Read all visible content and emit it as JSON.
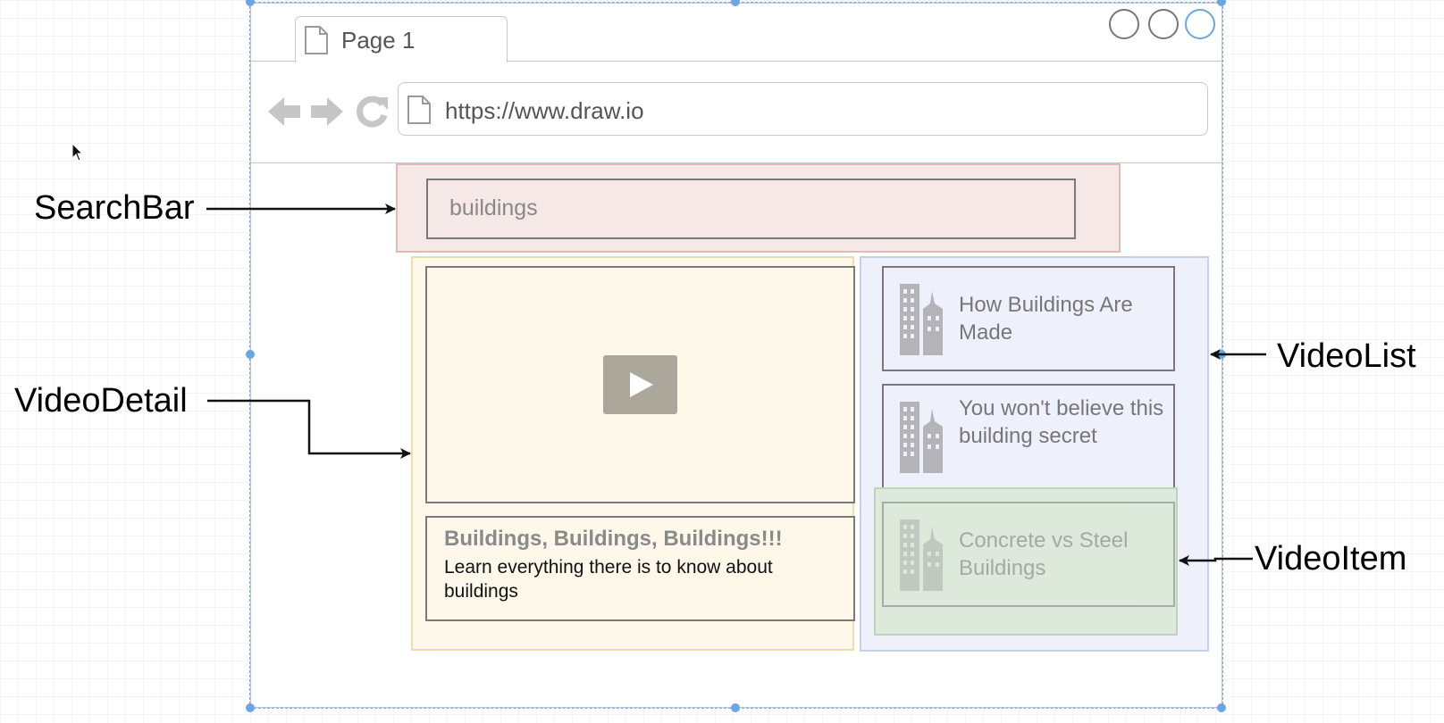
{
  "browser": {
    "tab_title": "Page 1",
    "url": "https://www.draw.io"
  },
  "app": {
    "search_term": "buildings",
    "video_detail": {
      "title": "Buildings, Buildings, Buildings!!!",
      "description": "Learn everything there is to know about buildings"
    },
    "video_list": [
      {
        "title": "How Buildings Are Made"
      },
      {
        "title": "You won't believe this building secret"
      },
      {
        "title": "Concrete vs Steel Buildings"
      }
    ]
  },
  "annotations": {
    "search_bar": "SearchBar",
    "video_detail": "VideoDetail",
    "video_list": "VideoList",
    "video_item": "VideoItem"
  },
  "colors": {
    "search_bar_fill": "#f6e8e7",
    "video_detail_fill": "#fdf8ea",
    "video_list_fill": "#eef1fc",
    "video_item_fill": "#dae8d6",
    "selection_handle": "#6aa5e4"
  },
  "icons": [
    "page-icon",
    "back-arrow-icon",
    "forward-arrow-icon",
    "reload-icon",
    "play-icon",
    "buildings-icon",
    "cursor-icon"
  ]
}
